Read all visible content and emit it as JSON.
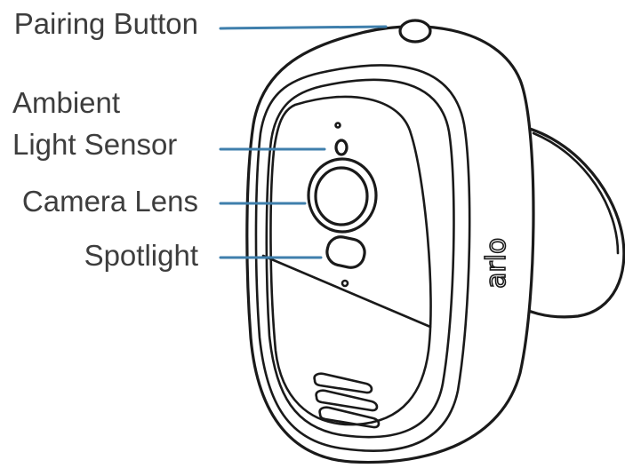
{
  "callouts": {
    "pairing_button": "Pairing Button",
    "ambient_line1": "Ambient",
    "ambient_line2": "Light Sensor",
    "camera_lens": "Camera Lens",
    "spotlight": "Spotlight"
  },
  "device": {
    "logo_mark": "arlo"
  },
  "colors": {
    "callout_line": "#3f7fac",
    "label_text": "#3d3d3d",
    "outline": "#1a1a1a"
  }
}
